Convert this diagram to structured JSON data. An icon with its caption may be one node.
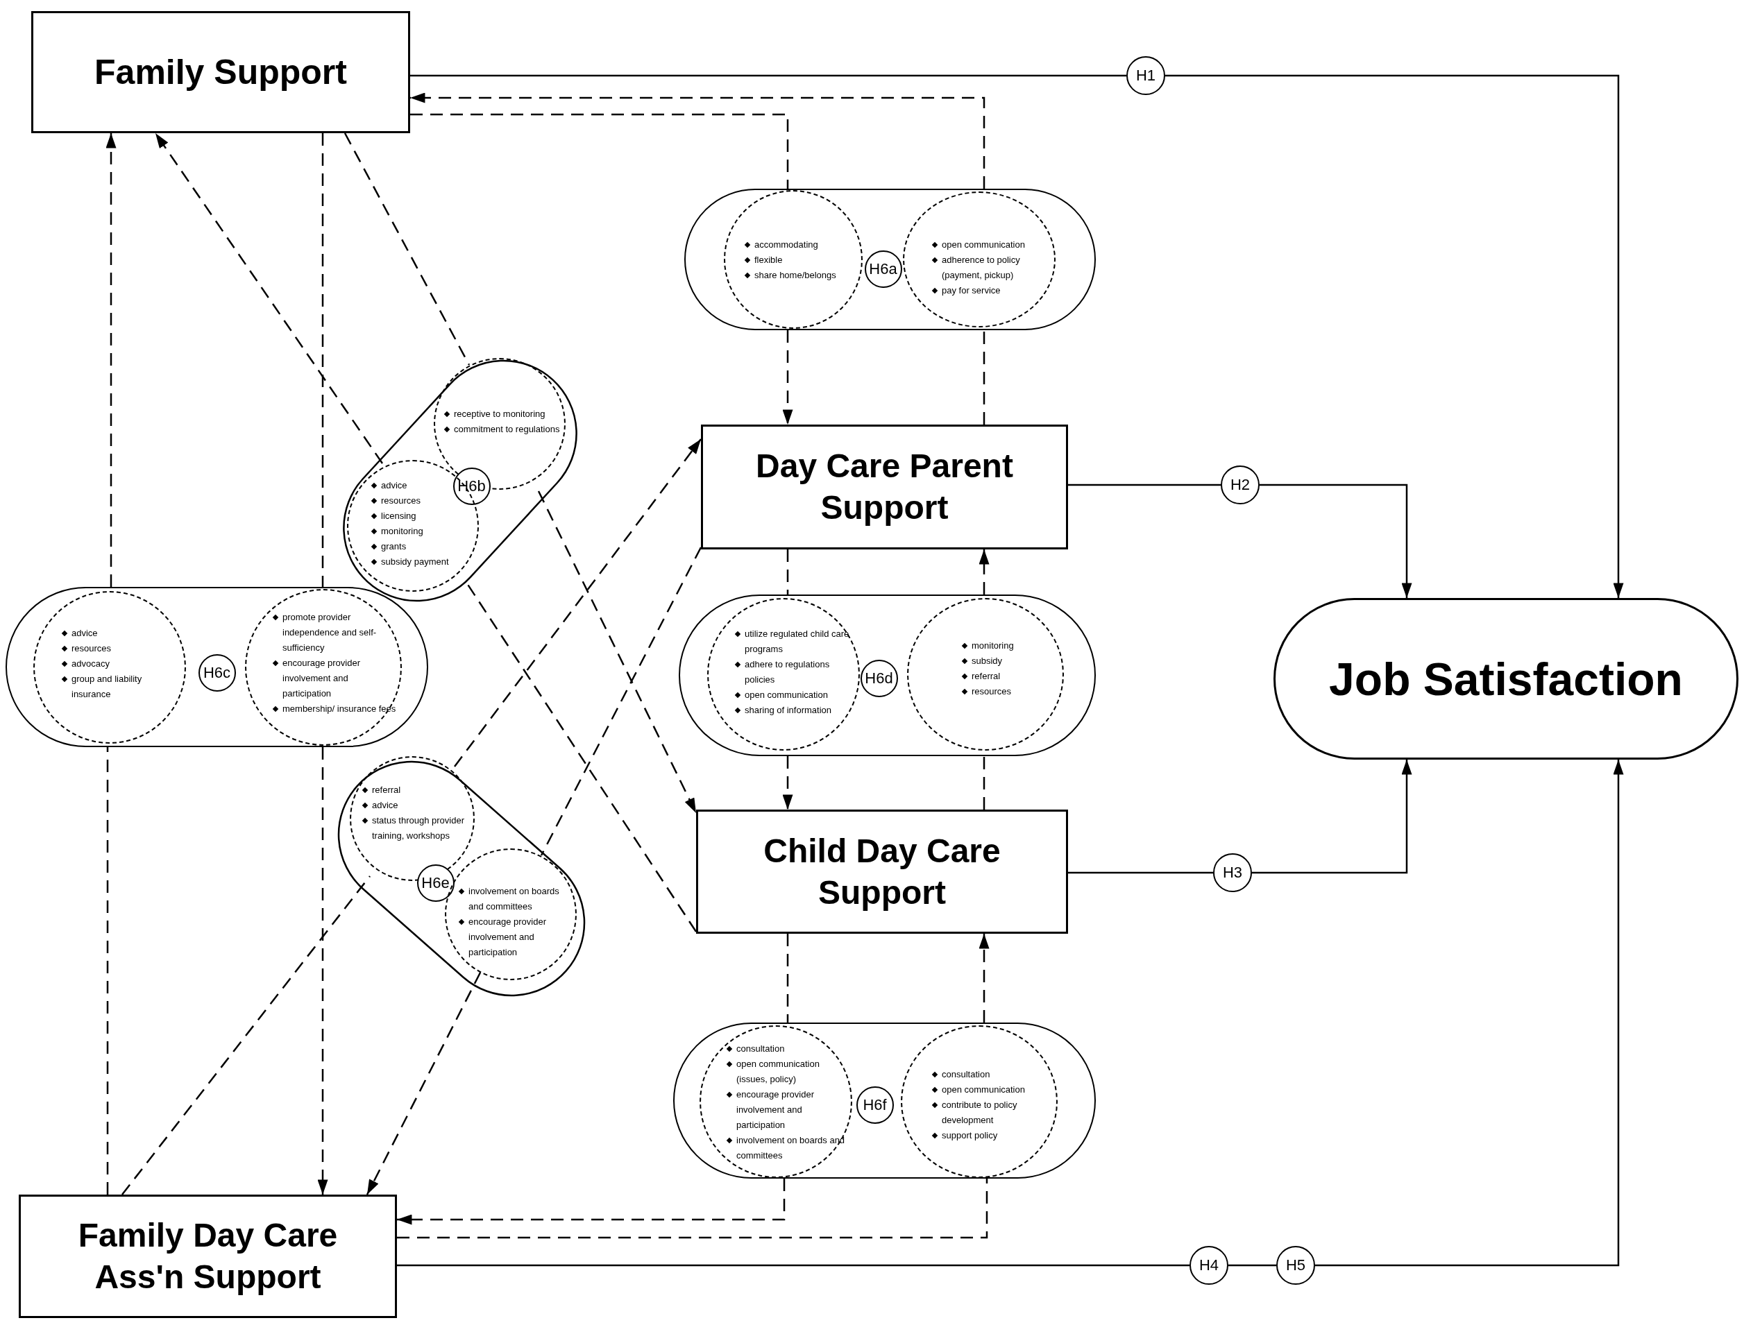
{
  "diagram": {
    "nodes": [
      {
        "text": [
          "Family Support"
        ]
      },
      {
        "text": [
          "H1"
        ]
      },
      {
        "text": [],
        "shape": "pill"
      },
      {
        "text": [
          "accommodating",
          "flexible",
          "share home/belongs"
        ],
        "in": 2
      },
      {
        "text": [
          "H6a"
        ],
        "in": 2
      },
      {
        "text": [
          "open communication",
          "adherence to policy (payment, pickup)",
          "pay for service"
        ],
        "in": 2
      },
      {
        "text": [],
        "shape": "pill"
      },
      {
        "text": [
          "receptive to monitoring",
          "commitment to regulations"
        ],
        "in": 6
      },
      {
        "text": [
          "H6b"
        ],
        "in": 6
      },
      {
        "text": [
          "advice",
          "resources",
          "licensing",
          "monitoring",
          "grants",
          "subsidy payment"
        ],
        "in": 6
      },
      {
        "text": [
          "Day Care Parent Support"
        ]
      },
      {
        "text": [
          "H2"
        ]
      },
      {
        "text": [
          "Job Satisfaction"
        ]
      },
      {
        "text": [],
        "shape": "pill"
      },
      {
        "text": [
          "advice",
          "resources",
          "advocacy",
          "group and liability insurance"
        ],
        "in": 13
      },
      {
        "text": [
          "H6c"
        ],
        "in": 13
      },
      {
        "text": [
          "promote provider independence and self-sufficiency",
          "encourage provider involvement and participation",
          "membership/ insurance fees"
        ],
        "in": 13
      },
      {
        "text": [],
        "shape": "pill"
      },
      {
        "text": [
          "utilize regulated child care programs",
          "adhere to regulations policies",
          "open communication",
          "sharing of information"
        ],
        "in": 17
      },
      {
        "text": [
          "H6d"
        ],
        "in": 17
      },
      {
        "text": [
          "monitoring",
          "subsidy",
          "referral",
          "resources"
        ],
        "in": 17
      },
      {
        "text": [],
        "shape": "pill"
      },
      {
        "text": [
          "referral",
          "advice",
          "status through provider training, workshops"
        ],
        "in": 21
      },
      {
        "text": [
          "H6e"
        ],
        "in": 21
      },
      {
        "text": [
          "involvement on boards and committees",
          "encourage provider involvement and participation"
        ],
        "in": 21
      },
      {
        "text": [
          "Child Day Care Support"
        ]
      },
      {
        "text": [
          "H3"
        ]
      },
      {
        "text": [],
        "shape": "pill"
      },
      {
        "text": [
          "consultation",
          "open communication (issues, policy)",
          "encourage provider involvement and participation",
          "involvement on boards and committees"
        ],
        "in": 27
      },
      {
        "text": [
          "H6f"
        ],
        "in": 27
      },
      {
        "text": [
          "consultation",
          "open communication",
          "contribute to policy development",
          "support policy"
        ],
        "in": 27
      },
      {
        "text": [
          "Family Day Care Ass'n Support"
        ]
      },
      {
        "text": [
          "H4"
        ]
      },
      {
        "text": [
          "H5"
        ]
      }
    ],
    "edges": [
      {
        "from": 0,
        "to": 1,
        "arrow": "none"
      },
      {
        "from": 1,
        "to": 12,
        "arrow": "to"
      },
      {
        "from": 10,
        "to": 11,
        "arrow": "none"
      },
      {
        "from": 11,
        "to": 12,
        "arrow": "to"
      },
      {
        "from": 25,
        "to": 26,
        "arrow": "none"
      },
      {
        "from": 26,
        "to": 12,
        "arrow": "to"
      },
      {
        "from": 31,
        "to": 32,
        "arrow": "none"
      },
      {
        "from": 32,
        "to": 33,
        "arrow": "none"
      },
      {
        "from": 33,
        "to": 12,
        "arrow": "to"
      },
      {
        "from": 0,
        "to": 2,
        "arrow": "none",
        "style": "dashed"
      },
      {
        "from": 2,
        "to": 0,
        "arrow": "to",
        "style": "dashed"
      },
      {
        "from": 2,
        "to": 10,
        "arrow": "to",
        "style": "dashed"
      },
      {
        "from": 10,
        "to": 2,
        "arrow": "none",
        "style": "dashed"
      },
      {
        "from": 10,
        "to": 17,
        "arrow": "none",
        "style": "dashed"
      },
      {
        "from": 17,
        "to": 25,
        "arrow": "to",
        "style": "dashed"
      },
      {
        "from": 25,
        "to": 17,
        "arrow": "none",
        "style": "dashed"
      },
      {
        "from": 17,
        "to": 10,
        "arrow": "to",
        "style": "dashed"
      },
      {
        "from": 25,
        "to": 27,
        "arrow": "none",
        "style": "dashed"
      },
      {
        "from": 27,
        "to": 25,
        "arrow": "to",
        "style": "dashed"
      },
      {
        "from": 27,
        "to": 31,
        "arrow": "to",
        "style": "dashed"
      },
      {
        "from": 31,
        "to": 27,
        "arrow": "none",
        "style": "dashed"
      },
      {
        "from": 0,
        "to": 13,
        "arrow": "none",
        "style": "dashed"
      },
      {
        "from": 13,
        "to": 0,
        "arrow": "to",
        "style": "dashed"
      },
      {
        "from": 31,
        "to": 13,
        "arrow": "none",
        "style": "dashed"
      },
      {
        "from": 13,
        "to": 31,
        "arrow": "to",
        "style": "dashed"
      },
      {
        "from": 0,
        "to": 7,
        "arrow": "none",
        "style": "dashed"
      },
      {
        "from": 9,
        "to": 0,
        "arrow": "to",
        "style": "dashed"
      },
      {
        "from": 7,
        "to": 25,
        "arrow": "to",
        "style": "dashed"
      },
      {
        "from": 25,
        "to": 9,
        "arrow": "none",
        "style": "dashed"
      },
      {
        "from": 31,
        "to": 22,
        "arrow": "none",
        "style": "dashed"
      },
      {
        "from": 22,
        "to": 10,
        "arrow": "to",
        "style": "dashed"
      },
      {
        "from": 10,
        "to": 24,
        "arrow": "none",
        "style": "dashed"
      },
      {
        "from": 24,
        "to": 31,
        "arrow": "to",
        "style": "dashed"
      }
    ]
  }
}
